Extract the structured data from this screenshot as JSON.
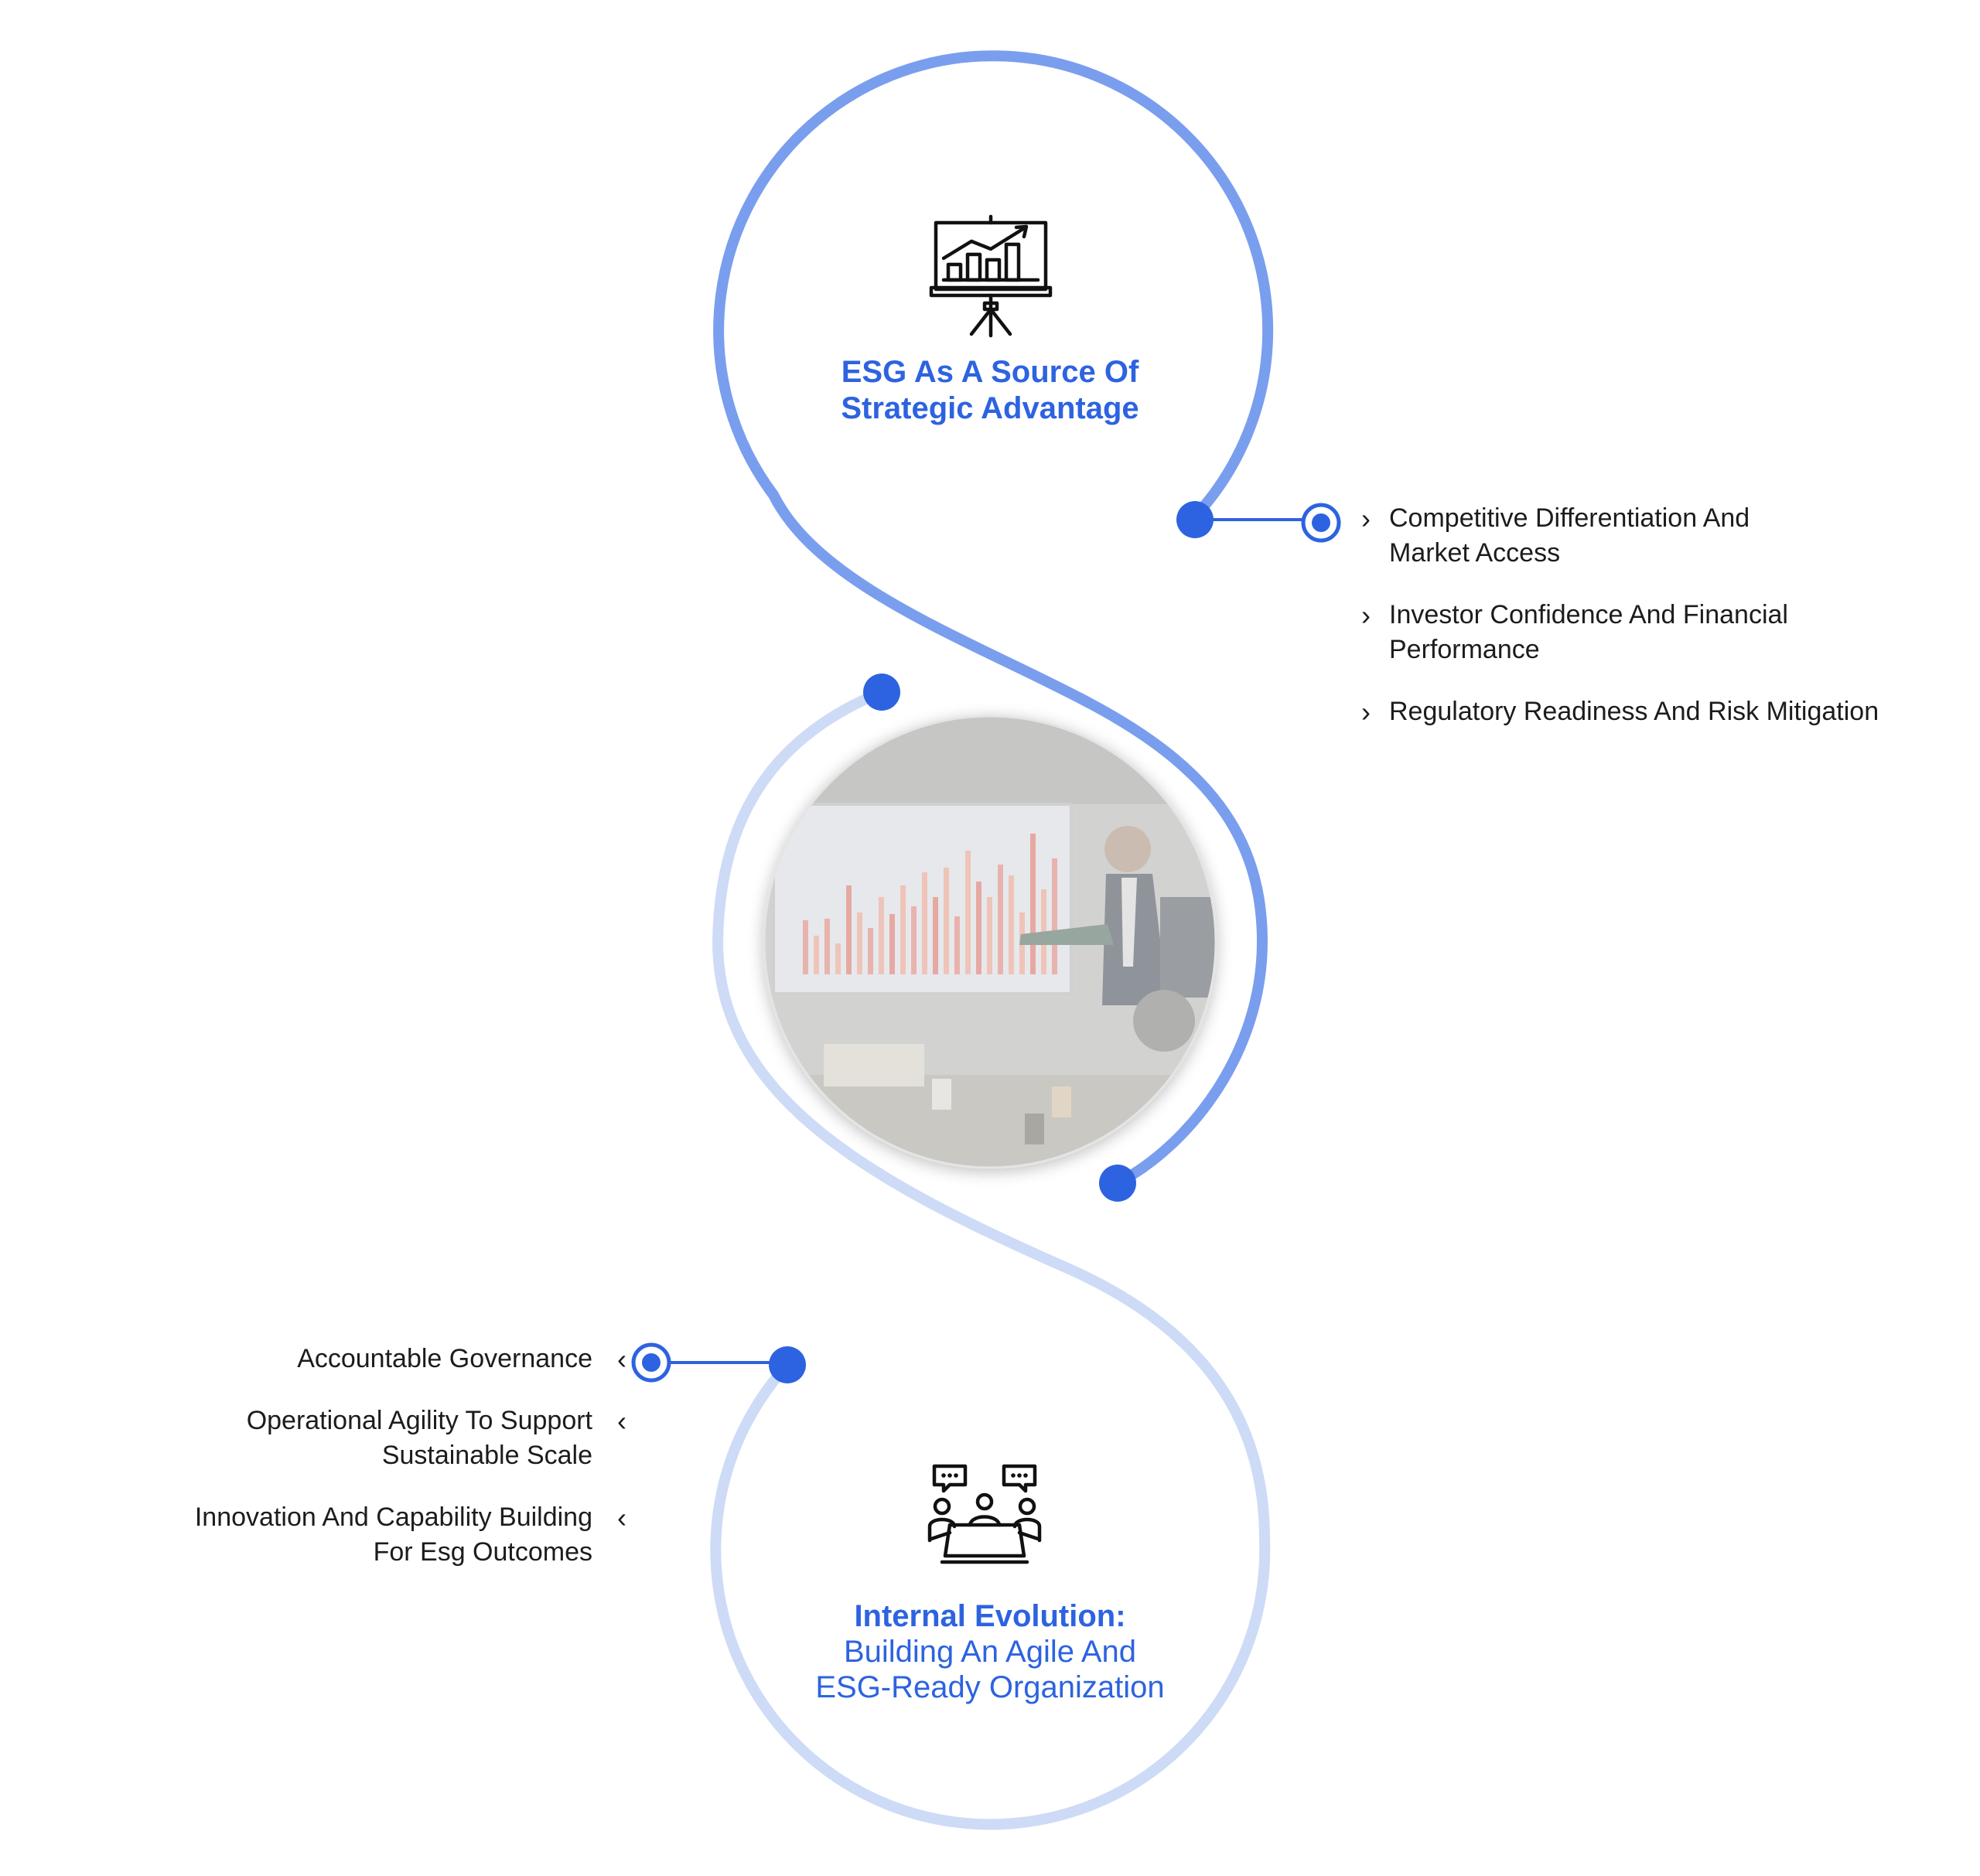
{
  "colors": {
    "accent": "#2d63e0",
    "ring_top": "#7a9eee",
    "ring_bottom": "#cddbf7",
    "text": "#1c1c1c"
  },
  "top_section": {
    "icon": "presentation-board-chart-icon",
    "title_line1": "ESG As A Source Of",
    "title_line2": "Strategic Advantage",
    "items": [
      {
        "line1": "Competitive Differentiation And",
        "line2": "Market Access"
      },
      {
        "line1": "Investor Confidence And Financial",
        "line2": "Performance"
      },
      {
        "line1": "Regulatory Readiness And Risk Mitigation",
        "line2": ""
      }
    ]
  },
  "center_image": {
    "description_icon": "business-presentation-photo"
  },
  "bottom_section": {
    "icon": "team-meeting-discussion-icon",
    "title_bold": "Internal Evolution:",
    "title_line2": "Building An Agile And",
    "title_line3": "ESG-Ready Organization",
    "items": [
      {
        "line1": "Accountable Governance",
        "line2": ""
      },
      {
        "line1": "Operational Agility To Support",
        "line2": "Sustainable Scale"
      },
      {
        "line1": "Innovation And Capability Building",
        "line2": "For Esg Outcomes"
      }
    ]
  }
}
